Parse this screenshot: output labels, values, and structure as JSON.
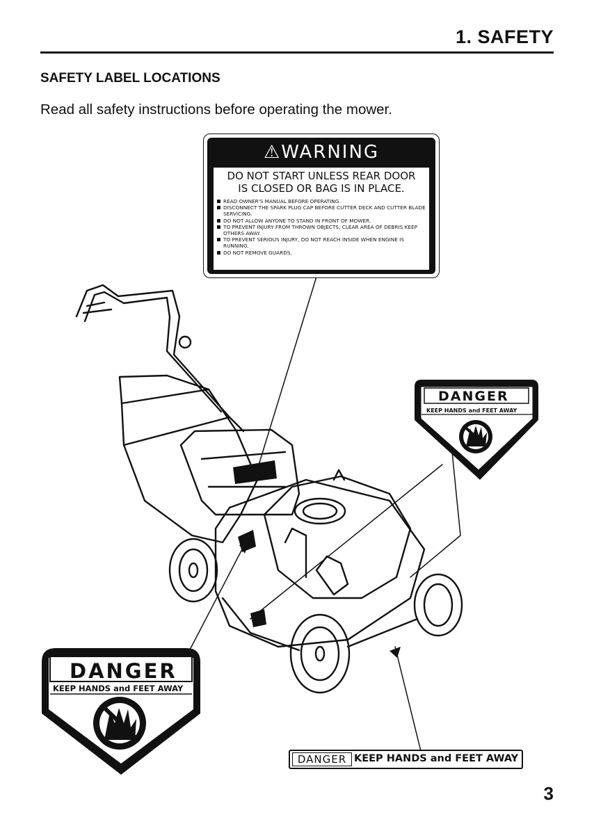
{
  "header": {
    "section_title": "1. SAFETY"
  },
  "content": {
    "subheading": "SAFETY LABEL LOCATIONS",
    "intro": "Read all safety instructions before operating the mower."
  },
  "warning_label": {
    "header": "WARNING",
    "main_line1": "DO NOT START UNLESS REAR DOOR",
    "main_line2": "IS CLOSED OR BAG IS IN PLACE.",
    "items": [
      "READ OWNER'S MANUAL BEFORE OPERATING.",
      "DISCONNECT THE SPARK PLUG CAP BEFORE CUTTER DECK AND CUTTER BLADE SERVICING.",
      "DO NOT ALLOW ANYONE TO STAND IN FRONT OF MOWER.",
      "TO PREVENT INJURY FROM THROWN OBJECTS; CLEAR AREA OF DEBRIS KEEP OTHERS AWAY.",
      "TO PREVENT SERIOUS INJURY, DO NOT REACH INSIDE WHEN ENGINE IS RUNNING.",
      "DO NOT REMOVE GUARDS."
    ]
  },
  "danger_label_right": {
    "title": "DANGER",
    "subtitle": "KEEP HANDS and FEET AWAY"
  },
  "danger_label_left": {
    "title": "DANGER",
    "subtitle": "KEEP HANDS and FEET AWAY"
  },
  "strip_label": {
    "left": "DANGER",
    "right": "KEEP HANDS and FEET AWAY"
  },
  "footer": {
    "page_number": "3"
  }
}
